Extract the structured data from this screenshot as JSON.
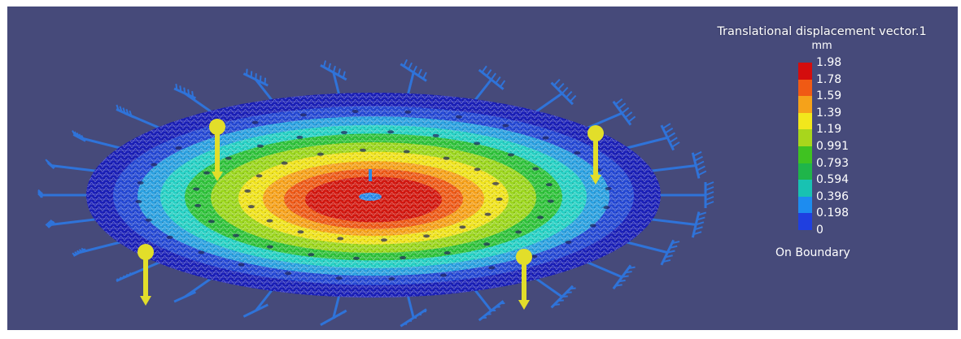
{
  "legend": {
    "title": "Translational displacement vector.1",
    "unit": "mm",
    "values": [
      "1.98",
      "1.78",
      "1.59",
      "1.39",
      "1.19",
      "0.991",
      "0.793",
      "0.594",
      "0.396",
      "0.198",
      "0"
    ],
    "colors": [
      "#d40d0d",
      "#f05a14",
      "#f5a21a",
      "#f2e71c",
      "#a8d61c",
      "#3fc221",
      "#1fb54a",
      "#18c2b2",
      "#1d8cf0",
      "#1f3fe0"
    ],
    "boundary_label": "On Boundary"
  },
  "scene": {
    "background": "#464a7a",
    "clamp_color": "#2f73d9",
    "load_arrow_color": "#e2de2a",
    "contour_colors": [
      "#1a1fb8",
      "#2448d4",
      "#2aa0e0",
      "#25d0c4",
      "#2fc23a",
      "#9bd61c",
      "#efe21b",
      "#f6a11a",
      "#ee5a17",
      "#d3170f"
    ]
  }
}
